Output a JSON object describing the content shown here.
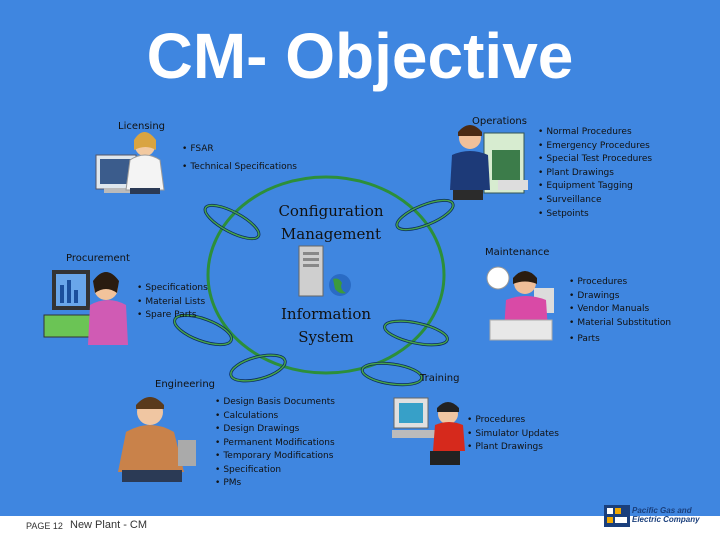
{
  "title": "CM- Objective",
  "center": {
    "top_line1": "Configuration",
    "top_line2": "Management",
    "bottom_line1": "Information",
    "bottom_line2": "System"
  },
  "groups": {
    "licensing": {
      "label": "Licensing",
      "items": [
        "FSAR",
        "Technical Specifications"
      ]
    },
    "operations": {
      "label": "Operations",
      "items": [
        "Normal Procedures",
        "Emergency Procedures",
        "Special Test Procedures",
        "Plant Drawings",
        "Equipment Tagging",
        "Surveillance"
      ],
      "extra_item": "Setpoints"
    },
    "procurement": {
      "label": "Procurement",
      "items": [
        "Specifications",
        "Material Lists",
        "Spare Parts"
      ]
    },
    "maintenance": {
      "label": "Maintenance",
      "items": [
        "Procedures",
        "Drawings",
        "Vendor Manuals",
        "Material Substitution"
      ],
      "extra_item": "Parts"
    },
    "engineering": {
      "label": "Engineering",
      "items": [
        "Design Basis Documents",
        "Calculations",
        "Design Drawings",
        "Permanent Modifications",
        "Temporary Modifications",
        "Specification",
        "PMs"
      ]
    },
    "training": {
      "label": "Training",
      "items": [
        "Procedures",
        "Simulator Updates",
        "Plant Drawings"
      ]
    }
  },
  "footer": {
    "page": "PAGE 12",
    "text": "New Plant - CM"
  },
  "logo": {
    "line1": "Pacific Gas and",
    "line2": "Electric Company"
  },
  "colors": {
    "background": "#3f86e0",
    "ring": "#2c8f3a",
    "title": "#ffffff"
  },
  "icons": [
    "person-at-computer-icon",
    "server-globe-icon",
    "cycle-arrow-icon",
    "pge-logo-icon"
  ]
}
